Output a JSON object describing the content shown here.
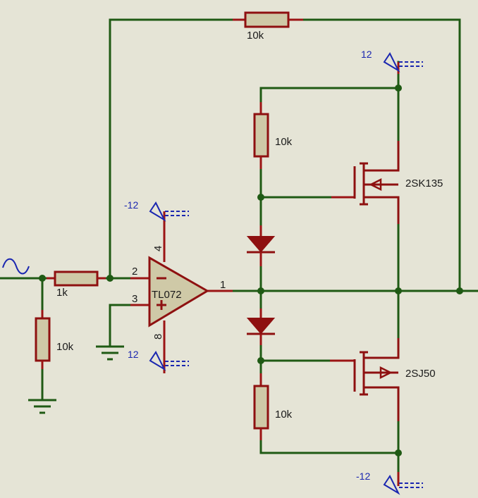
{
  "opamp": {
    "name": "TL072",
    "pin_inv": "2",
    "pin_noninv": "3",
    "pin_out": "1",
    "pin_vneg": "4",
    "pin_vpos": "8"
  },
  "resistors": {
    "feedback": "10k",
    "input": "1k",
    "shunt": "10k",
    "upper_bias": "10k",
    "lower_bias": "10k"
  },
  "transistors": {
    "upper": "2SK135",
    "lower": "2SJ50"
  },
  "power": {
    "top_right": "12",
    "opamp_vneg": "-12",
    "opamp_vpos": "12",
    "bottom_right": "-12"
  },
  "colors": {
    "background": "#e5e4d6",
    "wire": "#1f5a14",
    "component": "#8e1010",
    "power_label": "#1a26b0"
  }
}
